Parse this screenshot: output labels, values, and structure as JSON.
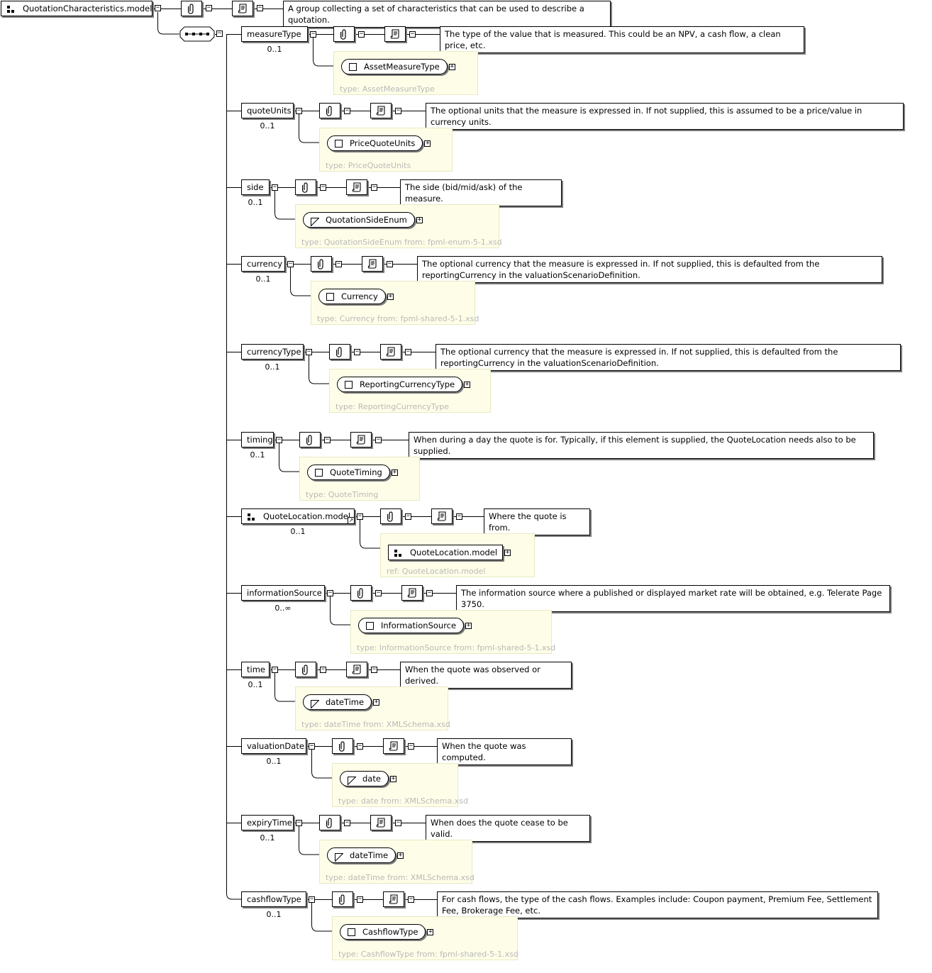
{
  "root": {
    "name": "QuotationCharacteristics.model",
    "doc": "A group collecting a set of characteristics that can be used to describe a quotation."
  },
  "elements": [
    {
      "name": "measureType",
      "occurs": "0..1",
      "doc": "The type of the value that is measured. This could be an NPV, a cash flow, a clean price, etc.",
      "type": {
        "kind": "complex",
        "name": "AssetMeasureType",
        "label": "type: AssetMeasureType"
      }
    },
    {
      "name": "quoteUnits",
      "occurs": "0..1",
      "doc": "The optional units that the measure is expressed in. If not supplied, this is assumed to be a price/value in currency units.",
      "type": {
        "kind": "complex",
        "name": "PriceQuoteUnits",
        "label": "type: PriceQuoteUnits"
      }
    },
    {
      "name": "side",
      "occurs": "0..1",
      "doc": "The side (bid/mid/ask) of the measure.",
      "type": {
        "kind": "simple",
        "name": "QuotationSideEnum",
        "label": "type: QuotationSideEnum from: fpml-enum-5-1.xsd"
      }
    },
    {
      "name": "currency",
      "occurs": "0..1",
      "doc": "The optional currency that the measure is expressed in. If not supplied, this is defaulted from the reportingCurrency in the valuationScenarioDefinition.",
      "type": {
        "kind": "complex",
        "name": "Currency",
        "label": "type: Currency from: fpml-shared-5-1.xsd"
      }
    },
    {
      "name": "currencyType",
      "occurs": "0..1",
      "doc": "The optional currency that the measure is expressed in. If not supplied, this is defaulted from the reportingCurrency in the valuationScenarioDefinition.",
      "type": {
        "kind": "complex",
        "name": "ReportingCurrencyType",
        "label": "type: ReportingCurrencyType"
      }
    },
    {
      "name": "timing",
      "occurs": "0..1",
      "doc": "When during a day the quote is for. Typically, if this element is supplied, the QuoteLocation needs also to be supplied.",
      "type": {
        "kind": "complex",
        "name": "QuoteTiming",
        "label": "type: QuoteTiming"
      }
    },
    {
      "name": "QuoteLocation.model",
      "occurs": "0..1",
      "doc": "Where the quote is from.",
      "isModel": true,
      "type": {
        "kind": "model",
        "name": "QuoteLocation.model",
        "label": "ref: QuoteLocation.model"
      }
    },
    {
      "name": "informationSource",
      "occurs": "0..∞",
      "doc": "The information source where a published or displayed market rate will be obtained, e.g. Telerate Page 3750.",
      "type": {
        "kind": "complex",
        "name": "InformationSource",
        "label": "type: InformationSource from: fpml-shared-5-1.xsd"
      }
    },
    {
      "name": "time",
      "occurs": "0..1",
      "doc": "When the quote was observed or derived.",
      "type": {
        "kind": "simple",
        "name": "dateTime",
        "label": "type: dateTime from: XMLSchema.xsd"
      }
    },
    {
      "name": "valuationDate",
      "occurs": "0..1",
      "doc": "When the quote was computed.",
      "type": {
        "kind": "simple",
        "name": "date",
        "label": "type: date from: XMLSchema.xsd"
      }
    },
    {
      "name": "expiryTime",
      "occurs": "0..1",
      "doc": "When does the quote cease to be valid.",
      "type": {
        "kind": "simple",
        "name": "dateTime",
        "label": "type: dateTime from: XMLSchema.xsd"
      }
    },
    {
      "name": "cashflowType",
      "occurs": "0..1",
      "doc": "For cash flows, the type of the cash flows. Examples include: Coupon payment, Premium Fee, Settlement Fee, Brokerage Fee, etc.",
      "type": {
        "kind": "complex",
        "name": "CashflowType",
        "label": "type: CashflowType from: fpml-shared-5-1.xsd"
      }
    }
  ]
}
